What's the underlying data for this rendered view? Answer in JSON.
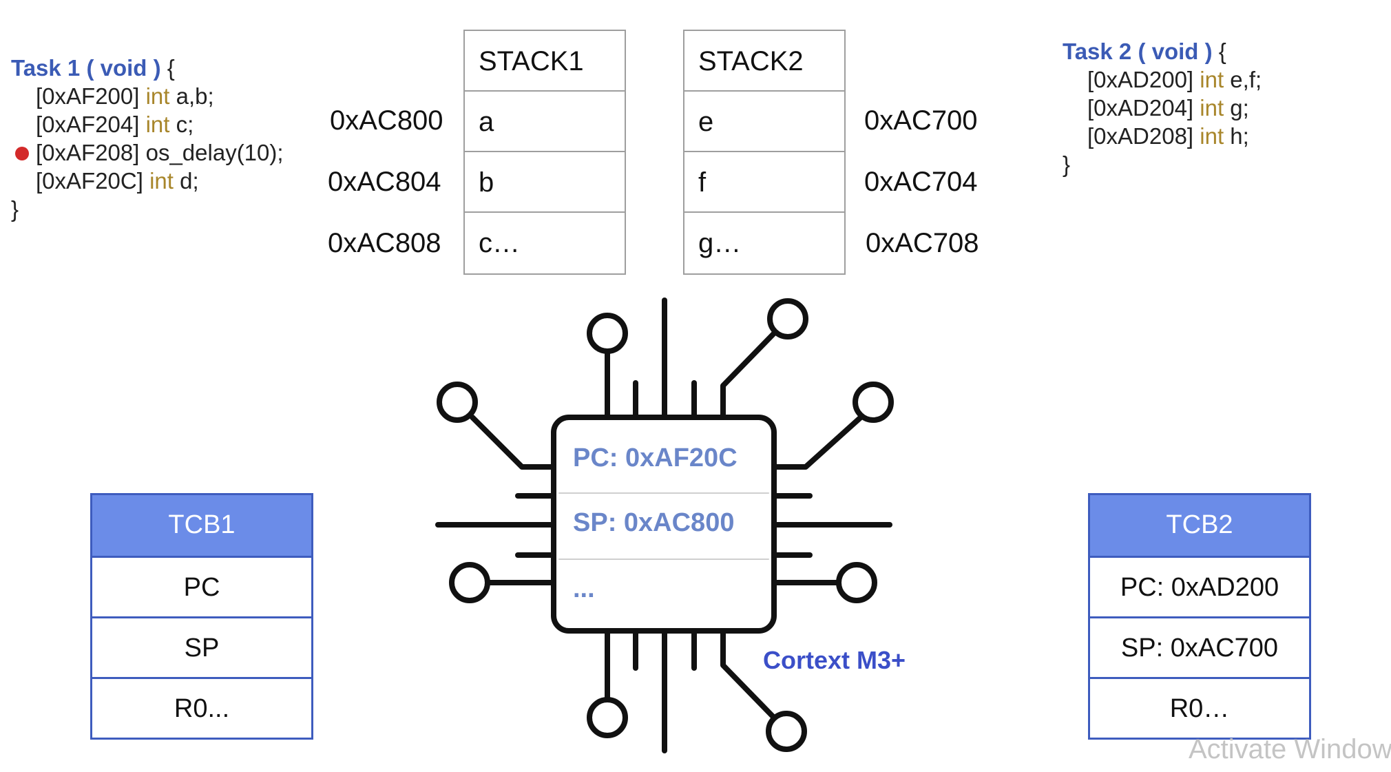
{
  "task1": {
    "head": "Task 1 ( void )",
    "brace_open": " {",
    "lines": [
      {
        "addr": "[0xAF200]",
        "type": "int",
        "rest": "a,b;"
      },
      {
        "addr": "[0xAF204]",
        "type": "int",
        "rest": "c;"
      },
      {
        "addr": "[0xAF208]",
        "type": "",
        "rest": "os_delay(10);",
        "breakpoint": true
      },
      {
        "addr": "[0xAF20C]",
        "type": "int",
        "rest": "d;"
      }
    ],
    "brace_close": "}"
  },
  "task2": {
    "head": "Task 2 ( void )",
    "brace_open": " {",
    "lines": [
      {
        "addr": "[0xAD200]",
        "type": "int",
        "rest": "e,f;"
      },
      {
        "addr": "[0xAD204]",
        "type": "int",
        "rest": "g;"
      },
      {
        "addr": "[0xAD208]",
        "type": "int",
        "rest": "h;"
      }
    ],
    "brace_close": "}"
  },
  "stack1": {
    "title": "STACK1",
    "cells": [
      "a",
      "b",
      "c…"
    ],
    "addresses": [
      "0xAC800",
      "0xAC804",
      "0xAC808"
    ]
  },
  "stack2": {
    "title": "STACK2",
    "cells": [
      "e",
      "f",
      "g…"
    ],
    "addresses": [
      "0xAC700",
      "0xAC704",
      "0xAC708"
    ]
  },
  "cpu": {
    "pc": "PC: 0xAF20C",
    "sp": "SP: 0xAC800",
    "more": "...",
    "name": "Cortext M3+"
  },
  "tcb1": {
    "title": "TCB1",
    "rows": [
      "PC",
      "SP",
      "R0..."
    ]
  },
  "tcb2": {
    "title": "TCB2",
    "rows": [
      "PC: 0xAD200",
      "SP: 0xAC700",
      "R0…"
    ]
  },
  "watermark": "Activate Window",
  "colors": {
    "task_head": "#3b5bb5",
    "int_keyword": "#a8862b",
    "breakpoint": "#d32a2a",
    "tcb_border": "#3e5cbe",
    "tcb_header": "#6b8ce8",
    "cpu_register_text": "#6a86c9",
    "cpu_name": "#3b4fc8"
  }
}
